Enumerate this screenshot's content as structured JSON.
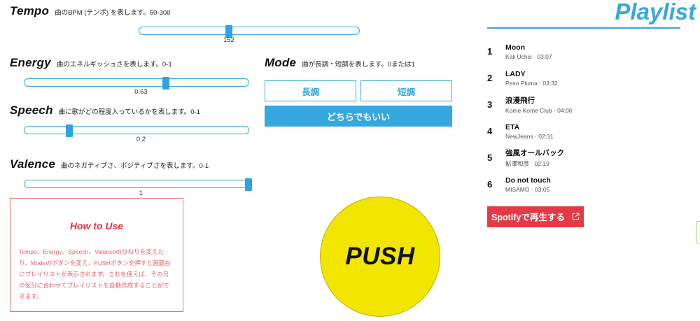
{
  "controls": {
    "tempo": {
      "name": "Tempo",
      "desc": "曲のBPM (テンポ) を表します。50-300",
      "value": "152",
      "min": 50,
      "max": 300,
      "pct": 40.8
    },
    "energy": {
      "name": "Energy",
      "desc": "曲のエネルギッシュさを表します。0-1",
      "value": "0.63",
      "min": 0,
      "max": 1,
      "pct": 63
    },
    "speech": {
      "name": "Speech",
      "desc": "曲に歌がどの程度入っているかを表します。0-1",
      "value": "0.2",
      "min": 0,
      "max": 1,
      "pct": 20
    },
    "valence": {
      "name": "Valence",
      "desc": "曲のネガティブさ、ポジティブさを表します。0-1",
      "value": "1",
      "min": 0,
      "max": 1,
      "pct": 100
    },
    "mode": {
      "name": "Mode",
      "desc": "曲が長調・短調を表します。0または1",
      "major_label": "長調",
      "minor_label": "短調",
      "any_label": "どちらでもいい"
    }
  },
  "howto": {
    "title": "How to Use",
    "body": "Tempo、Energy、Speech、Valenceのひねりを変えたり、Modeのボタンを変え、PUSHボタンを押すと画面右にプレイリストが表示されます。これを使えば、その日の気分に合わせてプレイリストを自動作成することができます。"
  },
  "push": {
    "label": "PUSH"
  },
  "playlist": {
    "title": "Playlist",
    "tracks": [
      {
        "num": "1",
        "title": "Moon",
        "artist": "Kali Uchis · 03:07"
      },
      {
        "num": "2",
        "title": "LADY",
        "artist": "Peso Pluma · 03:32"
      },
      {
        "num": "3",
        "title": "浪漫飛行",
        "artist": "Kome Kome Club · 04:06"
      },
      {
        "num": "4",
        "title": "ETA",
        "artist": "NewJeans · 02:31"
      },
      {
        "num": "5",
        "title": "強風オールバック",
        "artist": "鮎澤和彦 · 02:19"
      },
      {
        "num": "6",
        "title": "Do not touch",
        "artist": "MISAMO · 03:05"
      }
    ],
    "play_button": "Spotifyで再生する"
  },
  "colors": {
    "accent_blue": "#36a8e0",
    "push_yellow": "#f2e500",
    "spotify_red": "#e63946",
    "howto_pink": "#ef5a6b",
    "green": "#9ccc6a"
  }
}
